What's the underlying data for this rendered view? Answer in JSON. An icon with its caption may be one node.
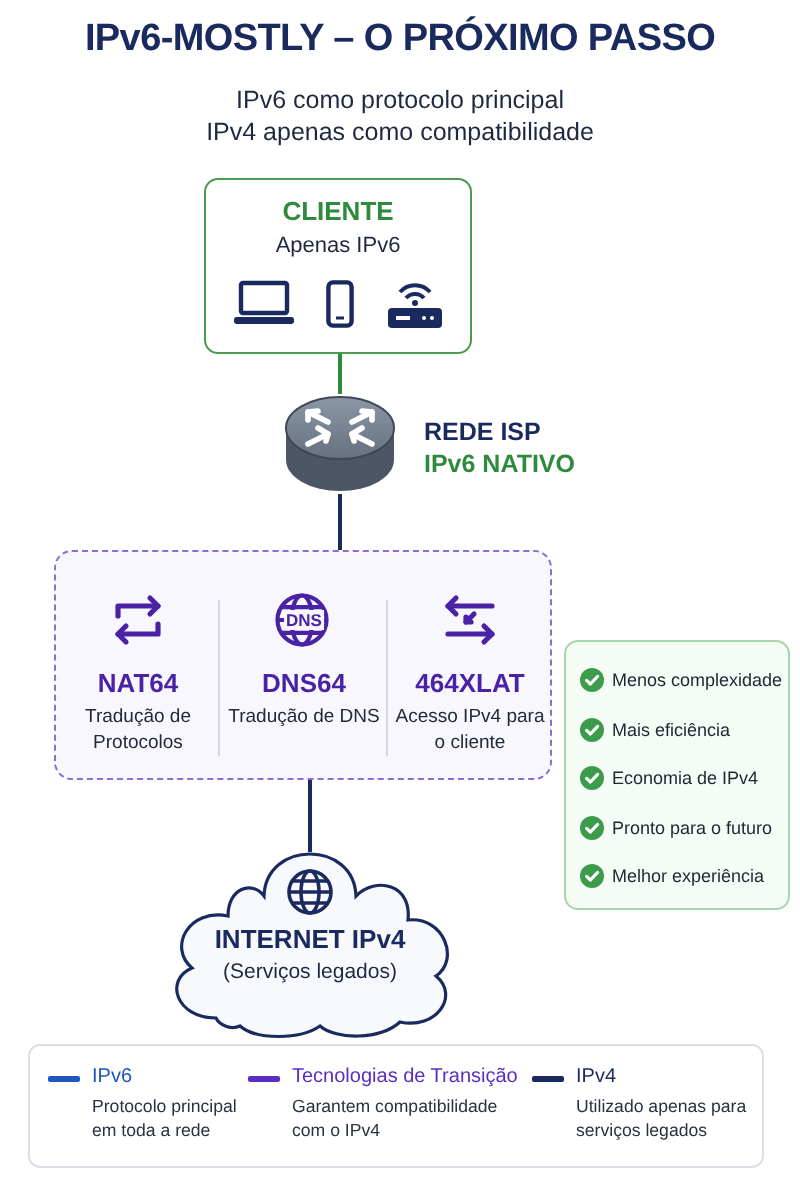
{
  "diagram": {
    "title": "IPv6-MOSTLY – O PRÓXIMO PASSO",
    "nodes": [
      {
        "text": [
          "CLIENTE",
          "Apenas IPv6"
        ]
      },
      {
        "text": [],
        "shape": "cylinder",
        "beside": [
          "REDE ISP",
          "IPv6 NATIVO"
        ]
      },
      {
        "text": [],
        "shape": "box"
      },
      {
        "text": [
          "NAT64",
          "Tradução de Protocolos"
        ],
        "in": 2
      },
      {
        "text": [
          "DNS",
          "DNS64",
          "Tradução de DNS"
        ],
        "in": 2
      },
      {
        "text": [
          "464XLAT",
          "Acesso IPv4 para o cliente"
        ],
        "in": 2
      },
      {
        "text": [
          "Menos complexidade",
          "Mais eficiência",
          "Economia de IPv4",
          "Pronto para o futuro",
          "Melhor experiência"
        ]
      },
      {
        "text": [
          "INTERNET IPv4",
          "(Serviços legados)"
        ]
      }
    ],
    "edges": [
      {
        "from": 0,
        "to": 1,
        "arrow": "none",
        "color": "#2e8a3c"
      },
      {
        "from": 1,
        "to": 2,
        "arrow": "none"
      },
      {
        "from": 2,
        "to": 7,
        "arrow": "none"
      }
    ],
    "labels": [
      "IPv6 como protocolo principal",
      "IPv4 apenas como compatibilidade",
      "Protocolo principal em toda a rede",
      "Garantem compatibilidade com o IPv4",
      "Utilizado apenas para serviços legados"
    ],
    "legend": [
      {
        "text": "IPv6",
        "color": "#1f56c0"
      },
      {
        "text": "Tecnologias de Transição",
        "color": "#5b2dc2"
      },
      {
        "text": "IPv4",
        "color": "#1b2a5e"
      }
    ]
  }
}
